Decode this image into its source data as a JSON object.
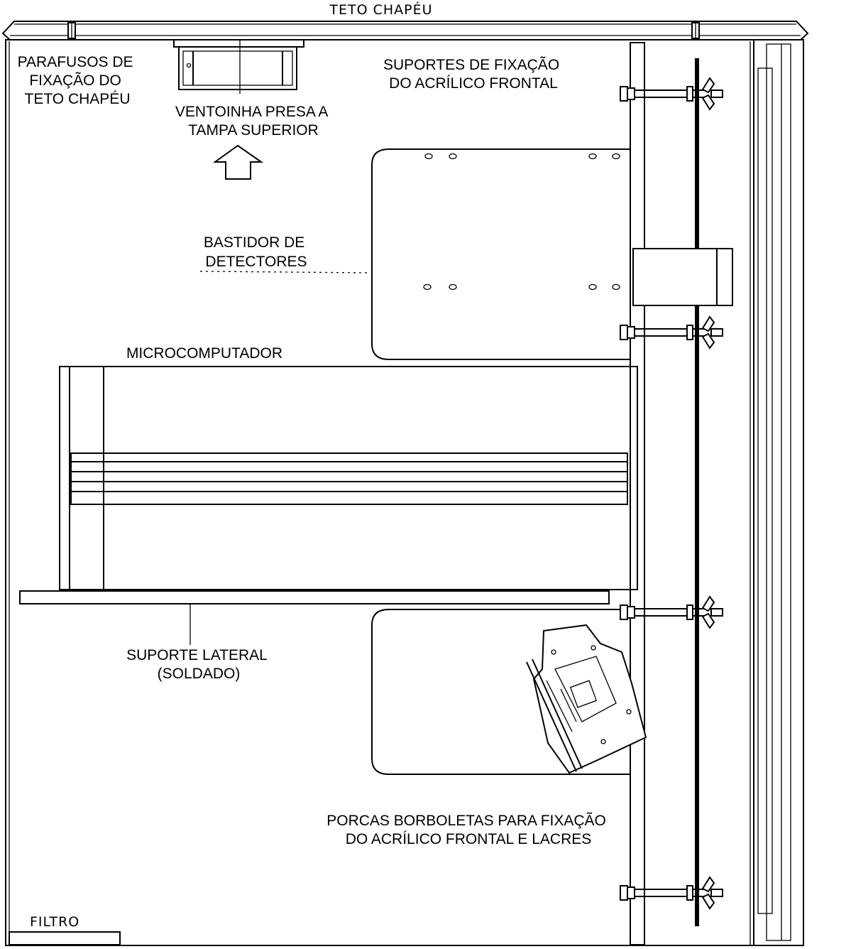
{
  "labels": {
    "roof": "TETO  CHAPÉU",
    "roof_screws": [
      "PARAFUSOS DE",
      "FIXAÇÃO DO",
      "TETO CHAPÉU"
    ],
    "fan": [
      "VENTOINHA PRESA A",
      "TAMPA SUPERIOR"
    ],
    "acrylic_supports": [
      "SUPORTES DE FIXAÇÃO",
      "DO ACRÍLICO FRONTAL"
    ],
    "detector_rack": [
      "BASTIDOR DE",
      "DETECTORES"
    ],
    "microcomputer": "MICROCOMPUTADOR",
    "side_support": [
      "SUPORTE LATERAL",
      "(SOLDADO)"
    ],
    "wing_nuts": [
      "PORCAS BORBOLETAS PARA FIXAÇÃO",
      "DO ACRÍLICO FRONTAL E LACRES"
    ],
    "filter": "FILTRO"
  },
  "icons": {
    "arrow": "up-arrow-icon",
    "bolt": "wing-nut-bolt-icon"
  },
  "colors": {
    "line": "#000000",
    "background": "#ffffff"
  }
}
